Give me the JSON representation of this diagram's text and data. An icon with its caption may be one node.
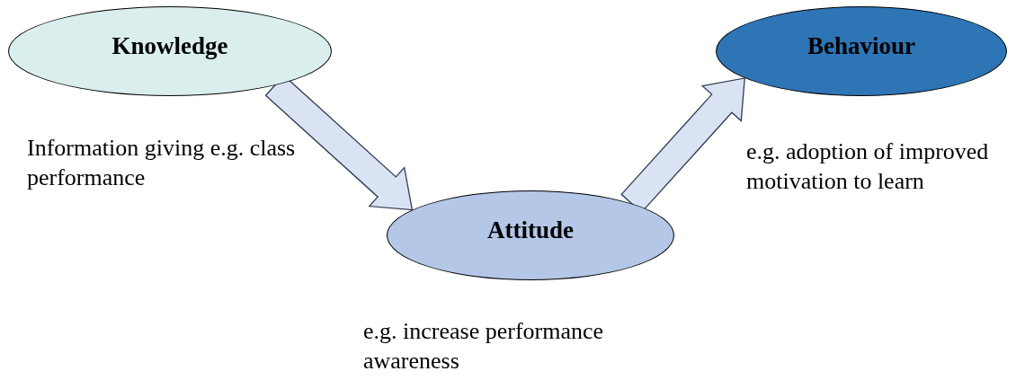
{
  "diagram": {
    "nodes": [
      {
        "text": [
          "Knowledge"
        ],
        "beside": [
          "Information giving e.g. class performance"
        ]
      },
      {
        "text": [
          "Attitude"
        ],
        "beside": [
          "e.g. increase performance awareness"
        ]
      },
      {
        "text": [
          "Behaviour"
        ],
        "beside": [
          "e.g. adoption of improved motivation to learn"
        ]
      }
    ],
    "edges": [
      {
        "from": 0,
        "to": 1,
        "arrow": "to"
      },
      {
        "from": 1,
        "to": 2,
        "arrow": "to"
      }
    ]
  }
}
